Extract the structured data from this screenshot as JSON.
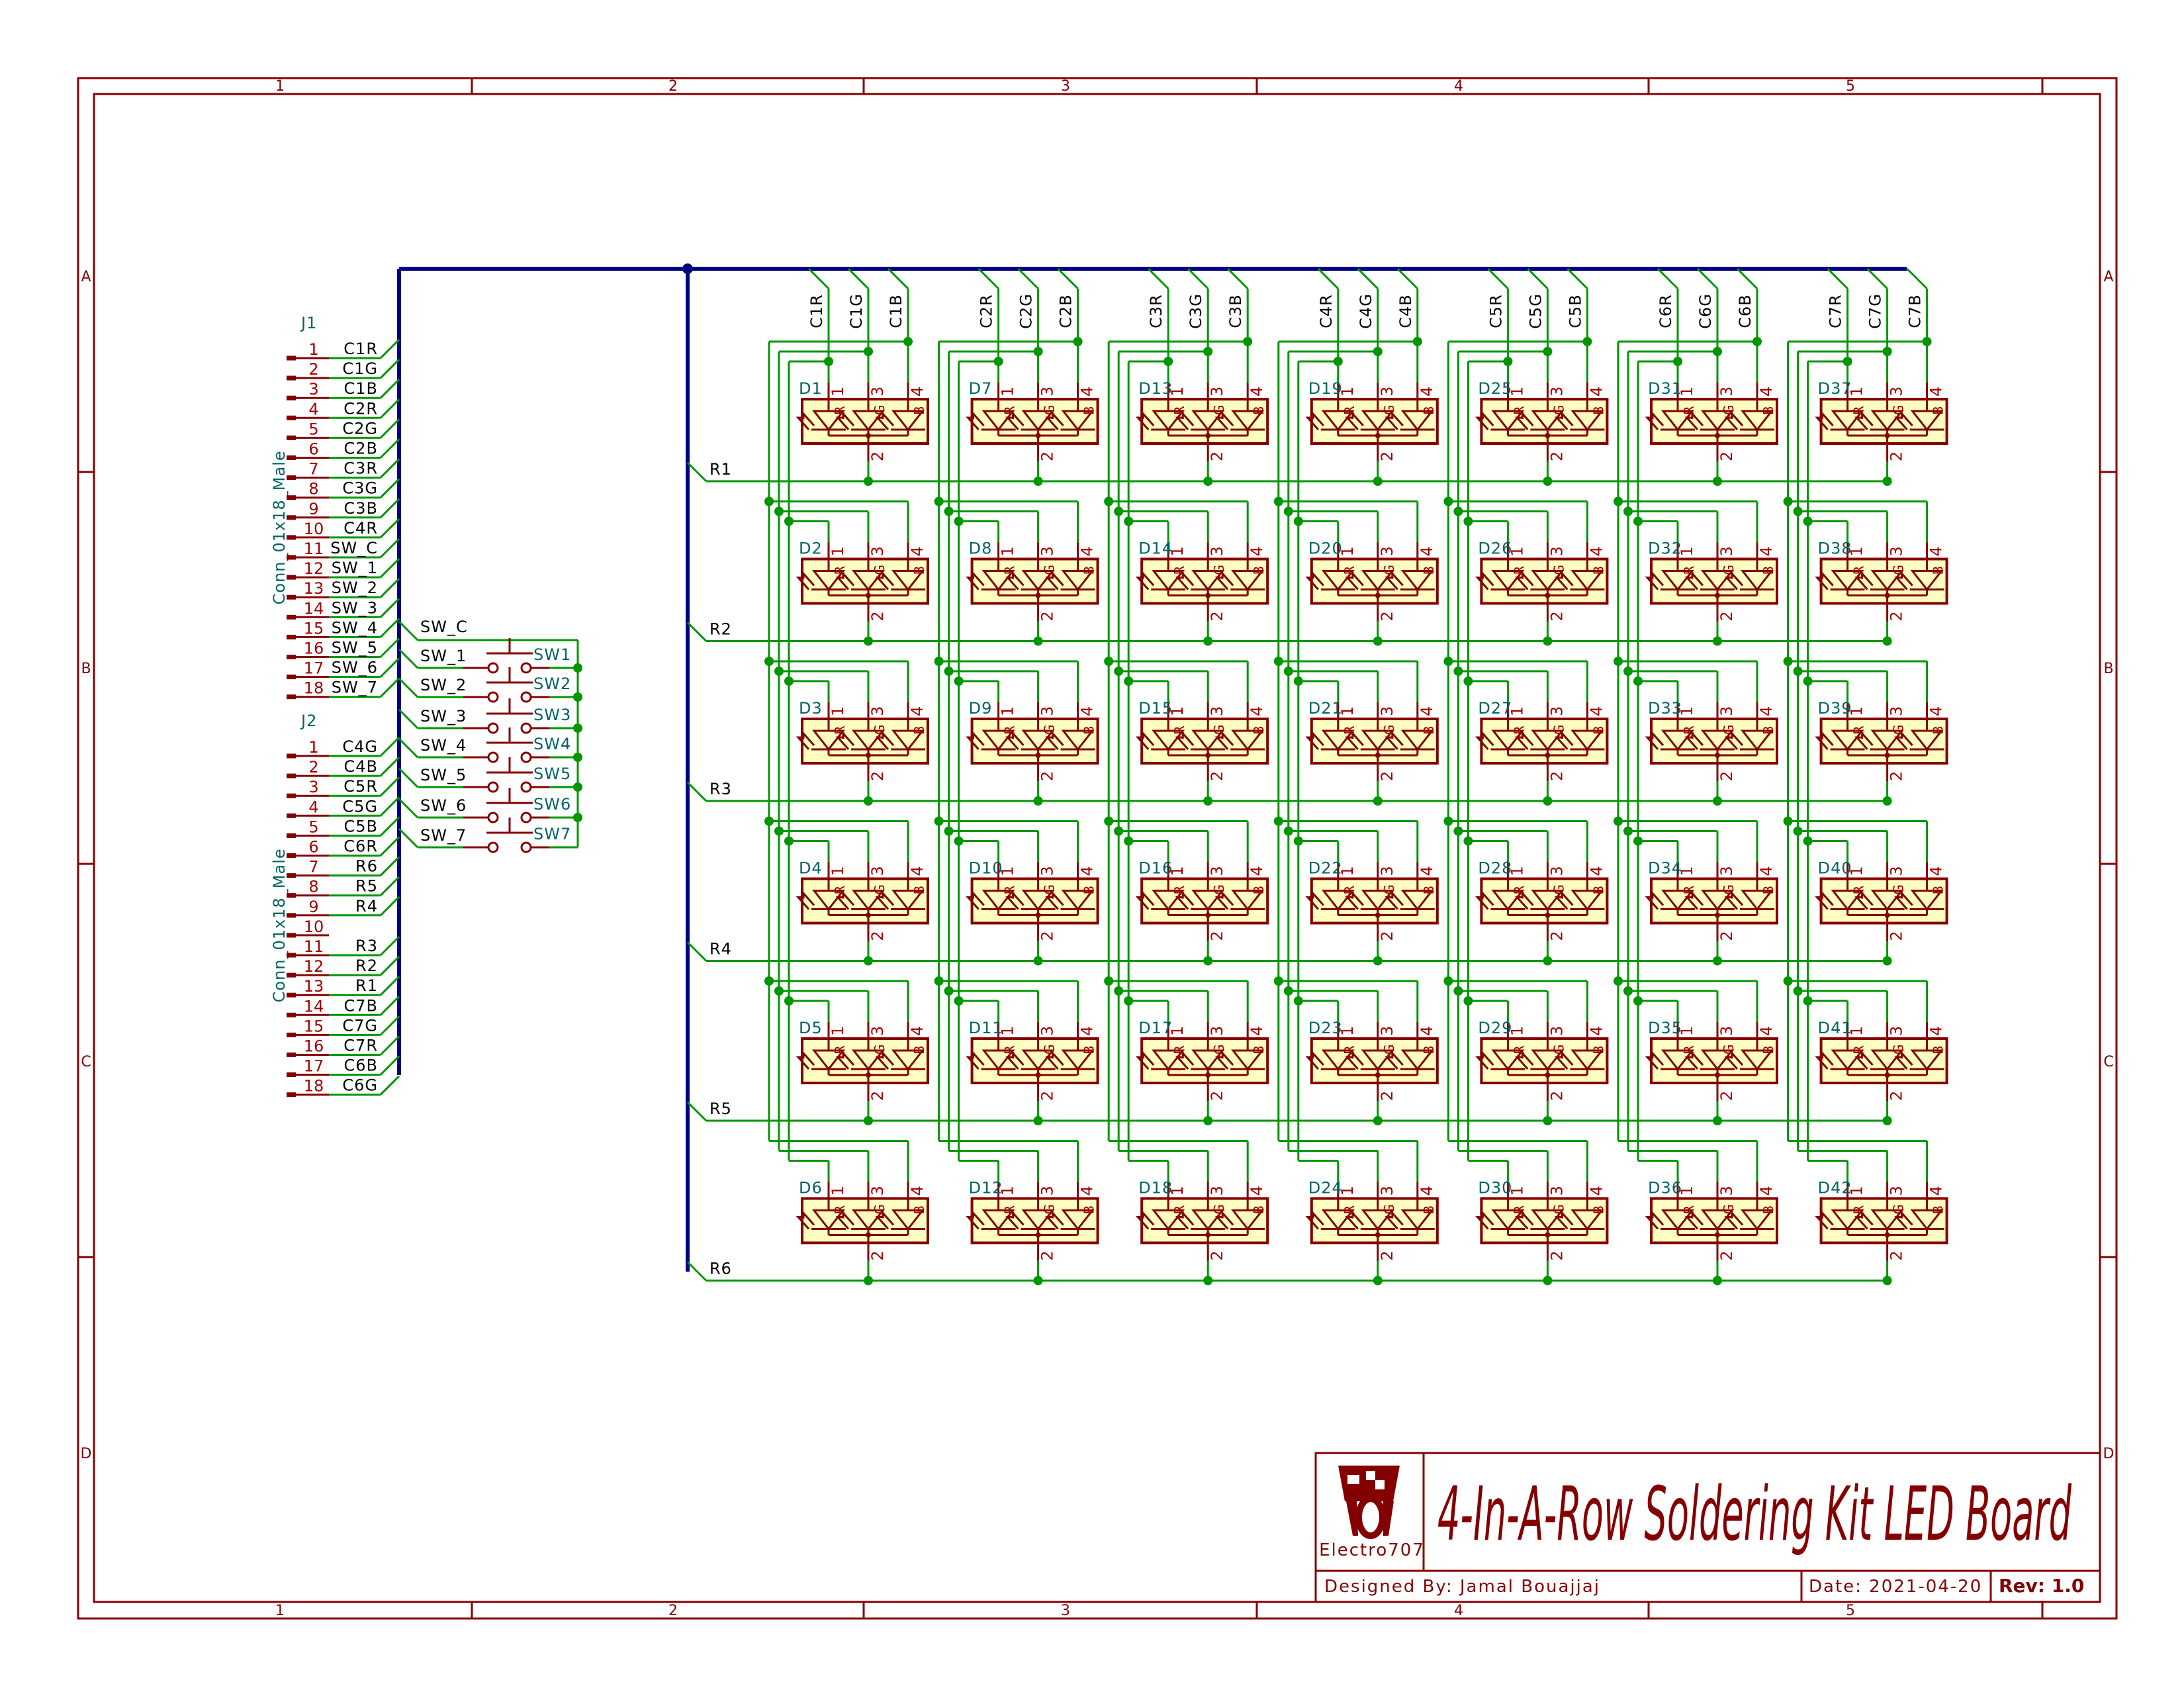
{
  "sheet": {
    "col_markers": [
      "1",
      "2",
      "3",
      "4",
      "5"
    ],
    "row_markers": [
      "A",
      "B",
      "C",
      "D"
    ]
  },
  "connectors": [
    {
      "ref": "J1",
      "value": "Conn_01x18_Male",
      "pins": [
        {
          "num": "1",
          "net": "C1R"
        },
        {
          "num": "2",
          "net": "C1G"
        },
        {
          "num": "3",
          "net": "C1B"
        },
        {
          "num": "4",
          "net": "C2R"
        },
        {
          "num": "5",
          "net": "C2G"
        },
        {
          "num": "6",
          "net": "C2B"
        },
        {
          "num": "7",
          "net": "C3R"
        },
        {
          "num": "8",
          "net": "C3G"
        },
        {
          "num": "9",
          "net": "C3B"
        },
        {
          "num": "10",
          "net": "C4R"
        },
        {
          "num": "11",
          "net": "SW_C"
        },
        {
          "num": "12",
          "net": "SW_1"
        },
        {
          "num": "13",
          "net": "SW_2"
        },
        {
          "num": "14",
          "net": "SW_3"
        },
        {
          "num": "15",
          "net": "SW_4"
        },
        {
          "num": "16",
          "net": "SW_5"
        },
        {
          "num": "17",
          "net": "SW_6"
        },
        {
          "num": "18",
          "net": "SW_7"
        }
      ]
    },
    {
      "ref": "J2",
      "value": "Conn_01x18_Male",
      "pins": [
        {
          "num": "1",
          "net": "C4G"
        },
        {
          "num": "2",
          "net": "C4B"
        },
        {
          "num": "3",
          "net": "C5R"
        },
        {
          "num": "4",
          "net": "C5G"
        },
        {
          "num": "5",
          "net": "C5B"
        },
        {
          "num": "6",
          "net": "C6R"
        },
        {
          "num": "7",
          "net": "R6"
        },
        {
          "num": "8",
          "net": "R5"
        },
        {
          "num": "9",
          "net": "R4"
        },
        {
          "num": "10",
          "net": ""
        },
        {
          "num": "11",
          "net": "R3"
        },
        {
          "num": "12",
          "net": "R2"
        },
        {
          "num": "13",
          "net": "R1"
        },
        {
          "num": "14",
          "net": "C7B"
        },
        {
          "num": "15",
          "net": "C7G"
        },
        {
          "num": "16",
          "net": "C7R"
        },
        {
          "num": "17",
          "net": "C6B"
        },
        {
          "num": "18",
          "net": "C6G"
        }
      ]
    }
  ],
  "switches": {
    "common_net": "SW_C",
    "items": [
      {
        "ref": "SW1",
        "net": "SW_1"
      },
      {
        "ref": "SW2",
        "net": "SW_2"
      },
      {
        "ref": "SW3",
        "net": "SW_3"
      },
      {
        "ref": "SW4",
        "net": "SW_4"
      },
      {
        "ref": "SW5",
        "net": "SW_5"
      },
      {
        "ref": "SW6",
        "net": "SW_6"
      },
      {
        "ref": "SW7",
        "net": "SW_7"
      }
    ]
  },
  "led_matrix": {
    "pin_numbers": {
      "r": "1",
      "g": "3",
      "b": "4",
      "common": "2"
    },
    "channel_letters": [
      "R",
      "G",
      "B"
    ],
    "row_nets": [
      "R1",
      "R2",
      "R3",
      "R4",
      "R5",
      "R6"
    ],
    "columns": [
      {
        "nets": [
          "C1R",
          "C1G",
          "C1B"
        ],
        "designators": [
          "D1",
          "D2",
          "D3",
          "D4",
          "D5",
          "D6"
        ]
      },
      {
        "nets": [
          "C2R",
          "C2G",
          "C2B"
        ],
        "designators": [
          "D7",
          "D8",
          "D9",
          "D10",
          "D11",
          "D12"
        ]
      },
      {
        "nets": [
          "C3R",
          "C3G",
          "C3B"
        ],
        "designators": [
          "D13",
          "D14",
          "D15",
          "D16",
          "D17",
          "D18"
        ]
      },
      {
        "nets": [
          "C4R",
          "C4G",
          "C4B"
        ],
        "designators": [
          "D19",
          "D20",
          "D21",
          "D22",
          "D23",
          "D24"
        ]
      },
      {
        "nets": [
          "C5R",
          "C5G",
          "C5B"
        ],
        "designators": [
          "D25",
          "D26",
          "D27",
          "D28",
          "D29",
          "D30"
        ]
      },
      {
        "nets": [
          "C6R",
          "C6G",
          "C6B"
        ],
        "designators": [
          "D31",
          "D32",
          "D33",
          "D34",
          "D35",
          "D36"
        ]
      },
      {
        "nets": [
          "C7R",
          "C7G",
          "C7B"
        ],
        "designators": [
          "D37",
          "D38",
          "D39",
          "D40",
          "D41",
          "D42"
        ]
      }
    ]
  },
  "title_block": {
    "logo_text": "Electro707",
    "title": "4-In-A-Row Soldering Kit LED Board",
    "designed_by": "Designed By: Jamal Bouajjaj",
    "date": "Date: 2021-04-20",
    "rev": "Rev: 1.0"
  },
  "colors": {
    "border": "#840000",
    "wire": "#009600",
    "bus": "#000084",
    "reference": "#006464",
    "led_fill": "#ffffc2"
  }
}
